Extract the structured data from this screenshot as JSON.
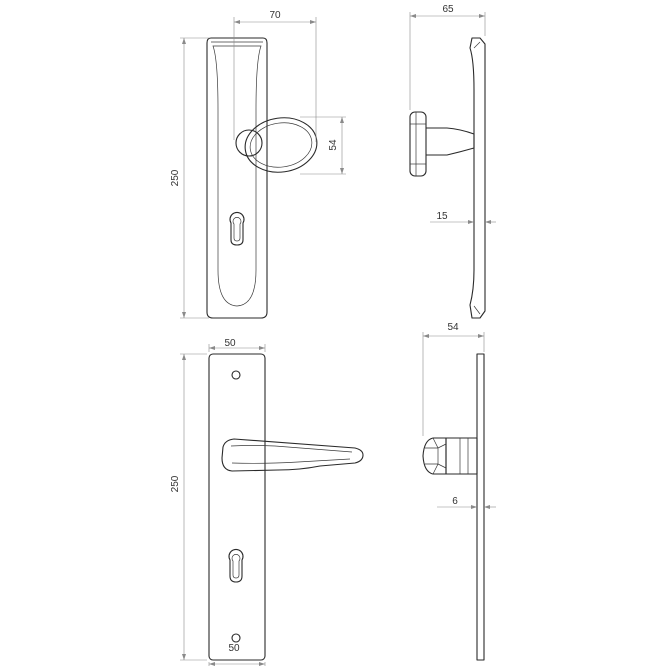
{
  "dimensions": {
    "top_handle_width": "70",
    "top_knob_height": "54",
    "top_plate_height": "250",
    "top_side_depth": "65",
    "top_side_thickness": "15",
    "bottom_plate_width_top": "50",
    "bottom_plate_height": "250",
    "bottom_plate_width_bottom": "50",
    "bottom_side_depth": "54",
    "bottom_side_thickness": "6"
  },
  "colors": {
    "line": "#2a2a2a",
    "dimension_line": "#8a8a8a",
    "background": "#ffffff"
  }
}
